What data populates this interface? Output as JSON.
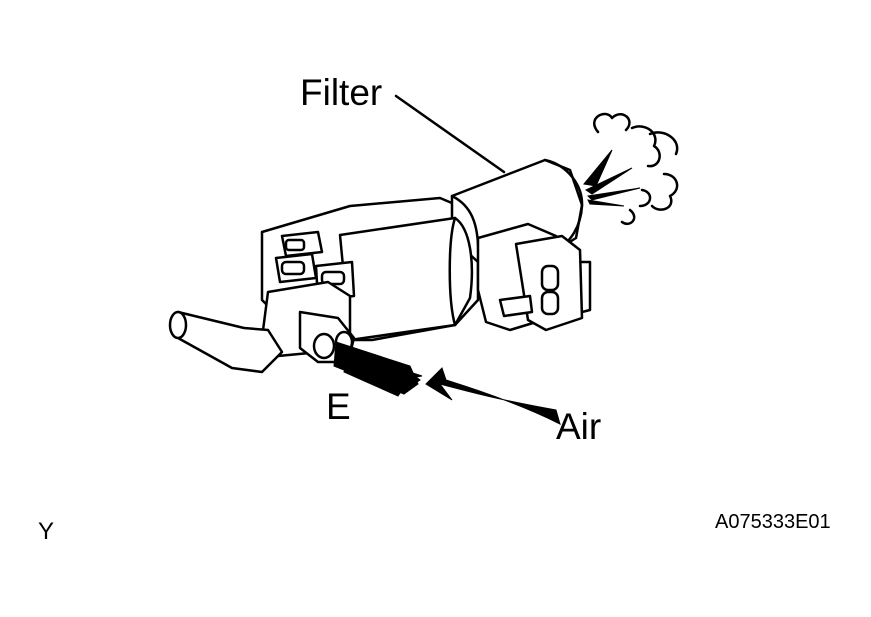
{
  "labels": {
    "filter": "Filter",
    "port_e": "E",
    "air": "Air",
    "corner_mark": "Y",
    "figure_code": "A075333E01"
  }
}
